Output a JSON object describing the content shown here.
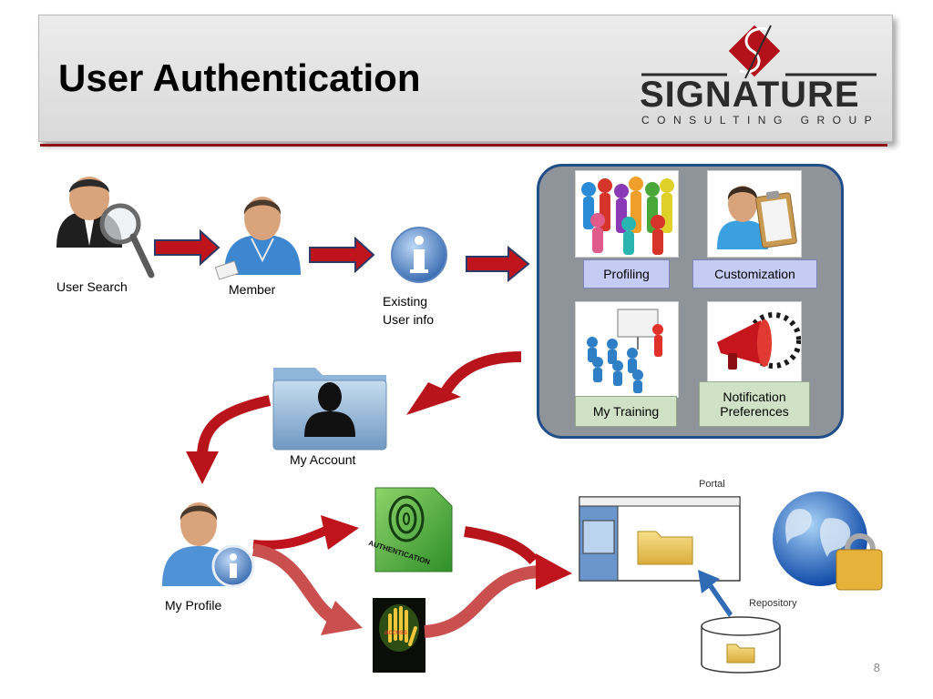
{
  "slide": {
    "title": "User Authentication",
    "page_number": "8"
  },
  "logo": {
    "word": "SIGNATURE",
    "tagline": "CONSULTING GROUP",
    "colors": {
      "red": "#b3121a",
      "dark": "#2b2b2b"
    }
  },
  "flow": {
    "user_search": "User Search",
    "member": "Member",
    "existing_user_info": [
      "Existing",
      "User info"
    ],
    "my_account": "My Account",
    "my_profile": "My Profile"
  },
  "panel": {
    "profiling": "Profiling",
    "customization": "Customization",
    "my_training": "My Training",
    "notification_preferences": [
      "Notification",
      "Preferences"
    ]
  },
  "auth": {
    "card_text": "AUTHENTICATION",
    "access_text": "access"
  },
  "portal": {
    "portal_label": "Portal",
    "repository_label": "Repository"
  },
  "colors": {
    "arrow_red": "#c0141c",
    "arrow_outline": "#2b3a66",
    "panel_border": "#1f4e88",
    "chip_blue": "#c5ccf3",
    "chip_green": "#cfe2c6"
  }
}
